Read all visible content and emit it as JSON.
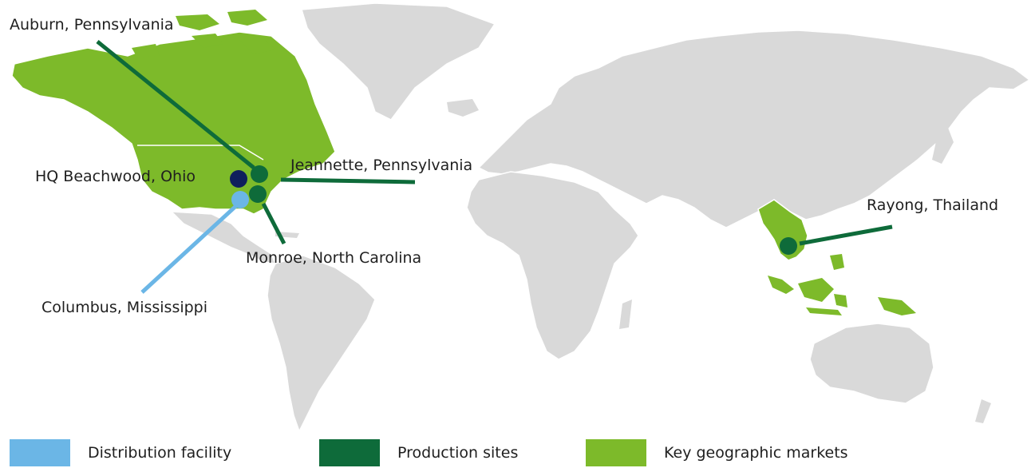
{
  "colors": {
    "land": "#d9d9d9",
    "border": "#ffffff",
    "key_market": "#7dba2a",
    "production": "#0e6b3a",
    "distribution": "#6bb6e6",
    "hq": "#0f1f5c"
  },
  "locations": [
    {
      "id": "auburn",
      "label": "Auburn, Pennsylvania",
      "type": "production"
    },
    {
      "id": "hq",
      "label": "HQ Beachwood, Ohio",
      "type": "headquarters"
    },
    {
      "id": "jeannette",
      "label": "Jeannette, Pennsylvania",
      "type": "production"
    },
    {
      "id": "monroe",
      "label": "Monroe, North Carolina",
      "type": "production"
    },
    {
      "id": "columbus",
      "label": "Columbus, Mississippi",
      "type": "distribution"
    },
    {
      "id": "rayong",
      "label": "Rayong, Thailand",
      "type": "production"
    }
  ],
  "legend": [
    {
      "label": "Distribution facility",
      "color": "#6bb6e6"
    },
    {
      "label": "Production sites",
      "color": "#0e6b3a"
    },
    {
      "label": "Key geographic markets",
      "color": "#7dba2a"
    }
  ]
}
